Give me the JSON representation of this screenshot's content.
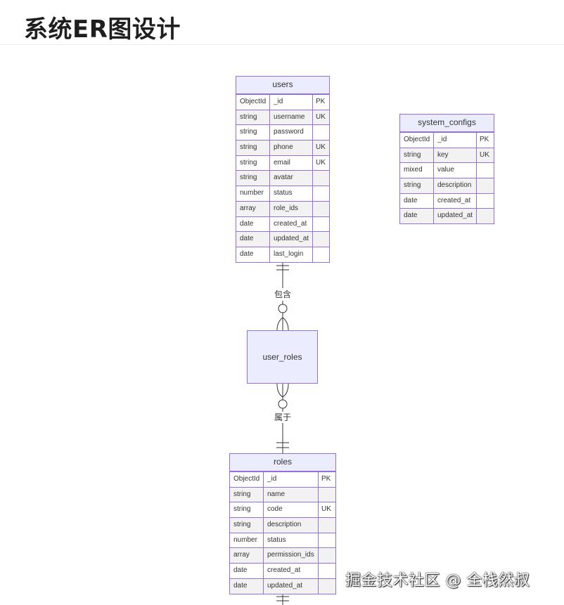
{
  "title": "系统ER图设计",
  "entities": {
    "users": {
      "name": "users",
      "rows": [
        {
          "type": "ObjectId",
          "name": "_id",
          "key": "PK"
        },
        {
          "type": "string",
          "name": "username",
          "key": "UK"
        },
        {
          "type": "string",
          "name": "password",
          "key": ""
        },
        {
          "type": "string",
          "name": "phone",
          "key": "UK"
        },
        {
          "type": "string",
          "name": "email",
          "key": "UK"
        },
        {
          "type": "string",
          "name": "avatar",
          "key": ""
        },
        {
          "type": "number",
          "name": "status",
          "key": ""
        },
        {
          "type": "array",
          "name": "role_ids",
          "key": ""
        },
        {
          "type": "date",
          "name": "created_at",
          "key": ""
        },
        {
          "type": "date",
          "name": "updated_at",
          "key": ""
        },
        {
          "type": "date",
          "name": "last_login",
          "key": ""
        }
      ]
    },
    "system_configs": {
      "name": "system_configs",
      "rows": [
        {
          "type": "ObjectId",
          "name": "_id",
          "key": "PK"
        },
        {
          "type": "string",
          "name": "key",
          "key": "UK"
        },
        {
          "type": "mixed",
          "name": "value",
          "key": ""
        },
        {
          "type": "string",
          "name": "description",
          "key": ""
        },
        {
          "type": "date",
          "name": "created_at",
          "key": ""
        },
        {
          "type": "date",
          "name": "updated_at",
          "key": ""
        }
      ]
    },
    "user_roles": {
      "name": "user_roles"
    },
    "roles": {
      "name": "roles",
      "rows": [
        {
          "type": "ObjectId",
          "name": "_id",
          "key": "PK"
        },
        {
          "type": "string",
          "name": "name",
          "key": ""
        },
        {
          "type": "string",
          "name": "code",
          "key": "UK"
        },
        {
          "type": "string",
          "name": "description",
          "key": ""
        },
        {
          "type": "number",
          "name": "status",
          "key": ""
        },
        {
          "type": "array",
          "name": "permission_ids",
          "key": ""
        },
        {
          "type": "date",
          "name": "created_at",
          "key": ""
        },
        {
          "type": "date",
          "name": "updated_at",
          "key": ""
        }
      ]
    }
  },
  "relationships": [
    {
      "from": "users",
      "to": "user_roles",
      "label": "包含"
    },
    {
      "from": "user_roles",
      "to": "roles",
      "label": "属于"
    }
  ],
  "watermark": "掘金技术社区 @ 全栈然叔",
  "colors": {
    "entity_border": "#9370DB",
    "entity_fill": "#ECECFF",
    "alt_row": "#f2f2f2"
  }
}
